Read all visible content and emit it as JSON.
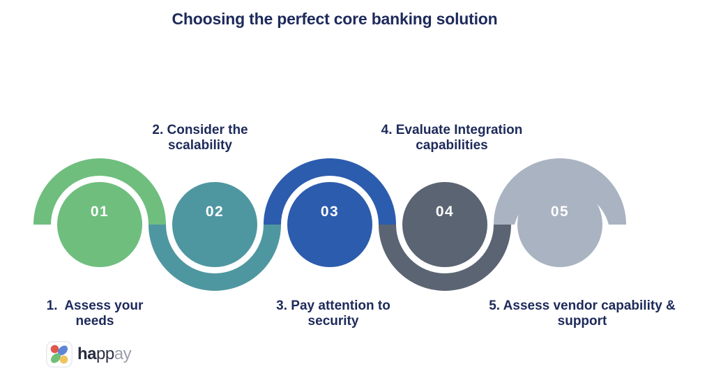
{
  "title": "Choosing the perfect core banking solution",
  "text_colors": {
    "heading": "#1d2a5a",
    "step_number": "#ffffff"
  },
  "steps": [
    {
      "number": "01",
      "color": "#6fbe7e",
      "label_line1": "1.  Assess your",
      "label_line2": "needs",
      "label_position": "bottom"
    },
    {
      "number": "02",
      "color": "#4f97a0",
      "label_line1": "2. Consider the",
      "label_line2": "scalability",
      "label_position": "top"
    },
    {
      "number": "03",
      "color": "#2c5cad",
      "label_line1": "3. Pay attention to",
      "label_line2": "security",
      "label_position": "bottom"
    },
    {
      "number": "04",
      "color": "#5b6472",
      "label_line1": "4. Evaluate Integration",
      "label_line2": "capabilities",
      "label_position": "top"
    },
    {
      "number": "05",
      "color": "#a9b3c1",
      "label_line1": "5. Assess vendor capability &",
      "label_line2": "support",
      "label_position": "bottom"
    }
  ],
  "logo": {
    "wordmark_part1": "ha",
    "wordmark_part2": "pp",
    "wordmark_part3": "ay",
    "icon_colors": {
      "red": "#e2574e",
      "blue": "#5f86d6",
      "green": "#72bd77",
      "yellow": "#eec45c"
    }
  }
}
